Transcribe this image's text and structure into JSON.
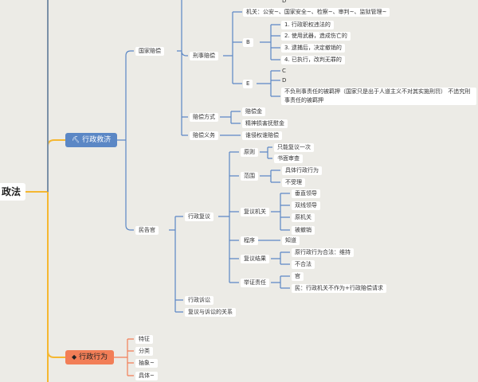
{
  "root": {
    "label": "政法"
  },
  "branches": {
    "relief": {
      "label": "行政救济",
      "icon": "hammer-icon"
    },
    "act": {
      "label": "行政行为",
      "icon": "diamond-icon"
    }
  },
  "nodes": {
    "top_d": "D",
    "gov_comp": "国家赔偿",
    "criminal_comp": "刑事赔偿",
    "organs": "机关：公安~、国家安全~、检察~、审判~、监狱管理~",
    "b": "B",
    "b_items": [
      "1. 行政职权违法的",
      "2. 使用武器，造成伤亡的",
      "3. 逮捕后，决定撤销的",
      "4. 已执行，改判无罪的"
    ],
    "e": "E",
    "e_c": "C",
    "e_d": "D",
    "e_note": "不负刑事责任的被羁押（国家只是出于人道主义不对其实施刑罚）  不追究刑事责任的被羁押",
    "comp_method": "赔偿方式",
    "comp_method_items": [
      "赔偿金",
      "精神损害抚慰金"
    ],
    "comp_duty": "赔偿义务",
    "comp_duty_item": "谁侵权谁赔偿",
    "civil_suit": "民告官",
    "review": "行政复议",
    "principle": "原则",
    "principle_items": [
      "只能复议一次",
      "书面审查"
    ],
    "scope": "范围",
    "scope_items": [
      "具体行政行为",
      "不受理"
    ],
    "agency": "复议机关",
    "agency_items": [
      "垂直领导",
      "双线领导",
      "原机关",
      "被撤销"
    ],
    "procedure": "程序",
    "procedure_item": "知道",
    "result": "复议结果",
    "result_items": [
      "原行政行为合法：维持",
      "不合法"
    ],
    "burden": "举证责任",
    "burden_items": [
      "官",
      "民：行政机关不作为+行政赔偿请求"
    ],
    "litigation": "行政诉讼",
    "relation": "复议与诉讼的关系",
    "act_items": [
      "特征",
      "分类",
      "抽象~",
      "具体~"
    ]
  }
}
